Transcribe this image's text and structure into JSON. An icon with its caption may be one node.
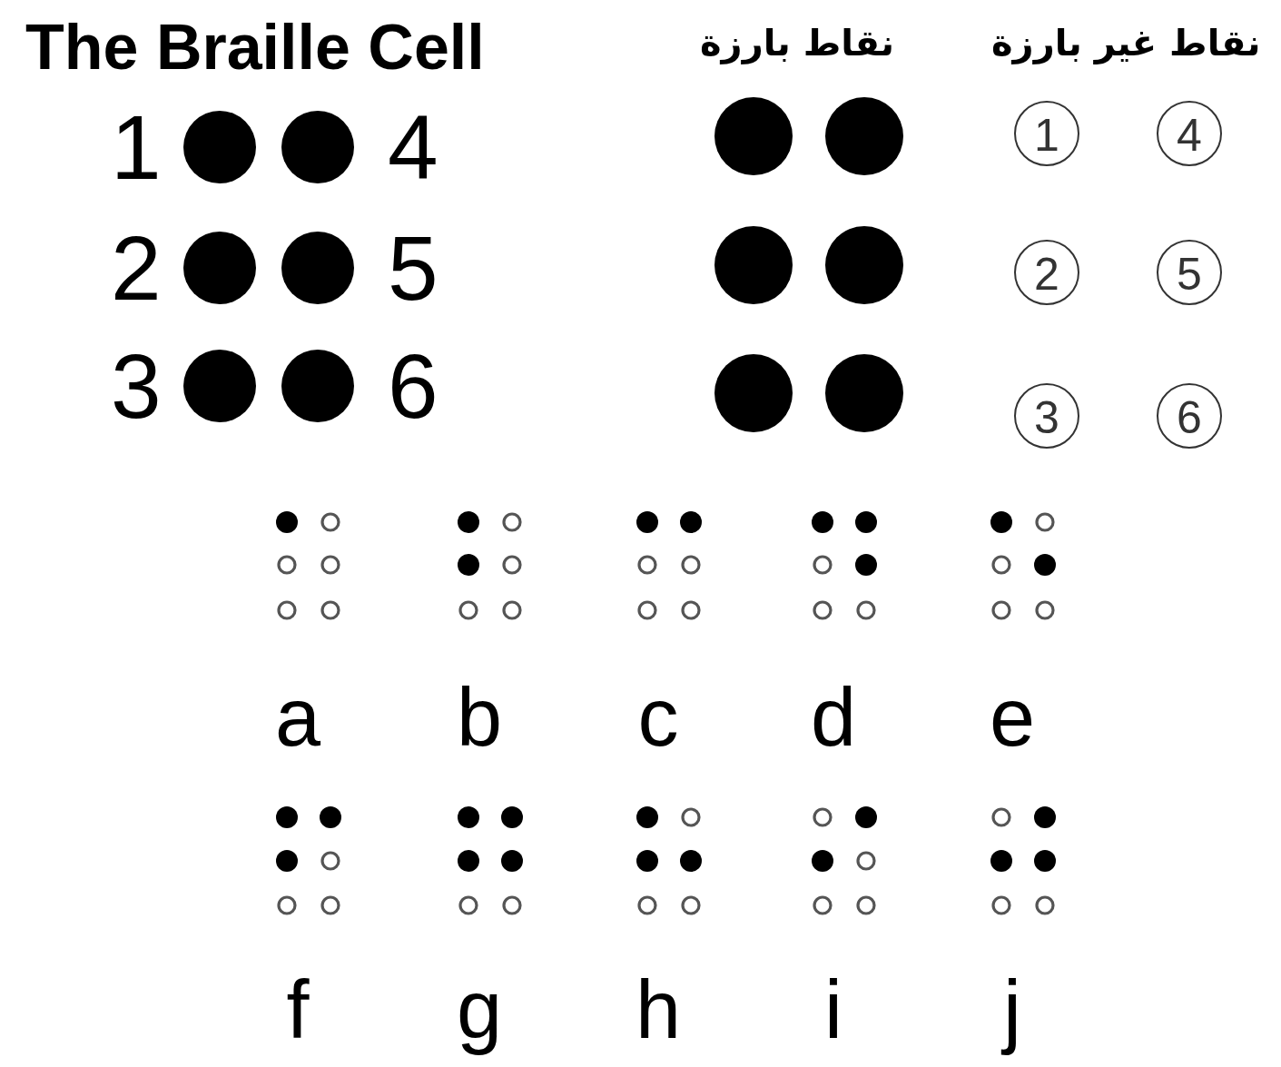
{
  "diagram": {
    "title": "The Braille Cell",
    "labels": [
      "نقاط بارزة",
      "نقاط غير بارزة",
      "1",
      "4",
      "1",
      "4",
      "2",
      "5",
      "2",
      "5",
      "3",
      "6",
      "3",
      "6",
      "a",
      "b",
      "c",
      "d",
      "e",
      "f",
      "g",
      "h",
      "i",
      "j"
    ]
  }
}
